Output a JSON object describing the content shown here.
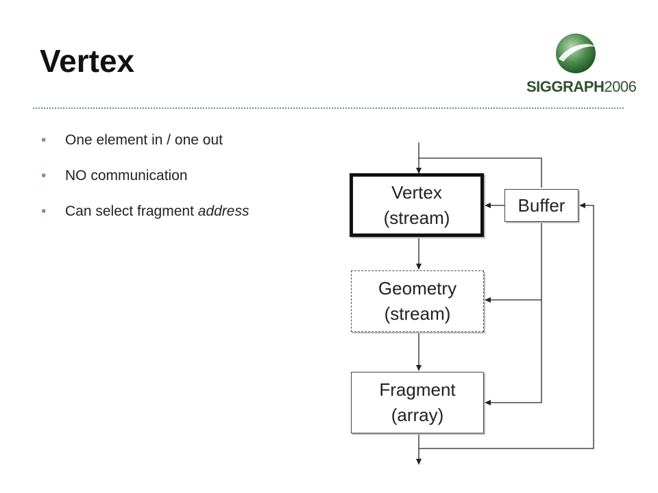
{
  "slide": {
    "title": "Vertex",
    "bullets": [
      {
        "text": "One element in / one out",
        "italic": ""
      },
      {
        "text": "NO communication",
        "italic": ""
      },
      {
        "text": "Can select fragment ",
        "italic": "address"
      }
    ]
  },
  "logo": {
    "bold": "SIGGRAPH",
    "year": "2006",
    "color": "#2f4f2f"
  },
  "diagram": {
    "nodes": {
      "vertex": "Vertex\n(stream)",
      "geometry": "Geometry\n(stream)",
      "fragment": "Fragment\n(array)",
      "buffer": "Buffer"
    }
  },
  "colors": {
    "accent": "#6aa27a",
    "rule": "#6a8f72"
  }
}
